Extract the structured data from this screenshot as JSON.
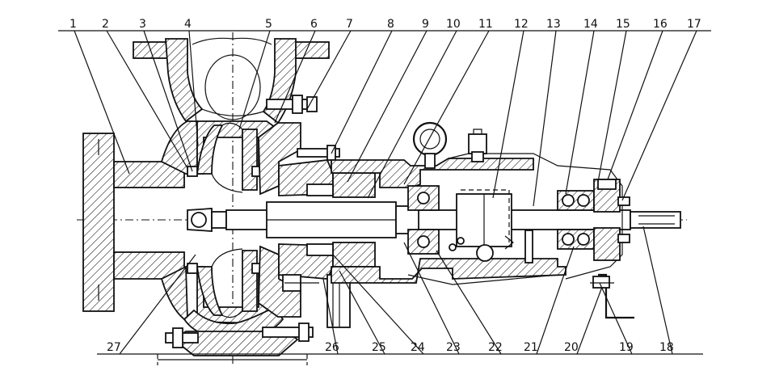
{
  "figure": {
    "top_labels": [
      "1",
      "2",
      "3",
      "4",
      "5",
      "6",
      "7",
      "8",
      "9",
      "10",
      "11",
      "12",
      "13",
      "14",
      "15",
      "16",
      "17"
    ],
    "bottom_labels": [
      "27",
      "26",
      "25",
      "24",
      "23",
      "22",
      "21",
      "20",
      "19",
      "18"
    ]
  }
}
